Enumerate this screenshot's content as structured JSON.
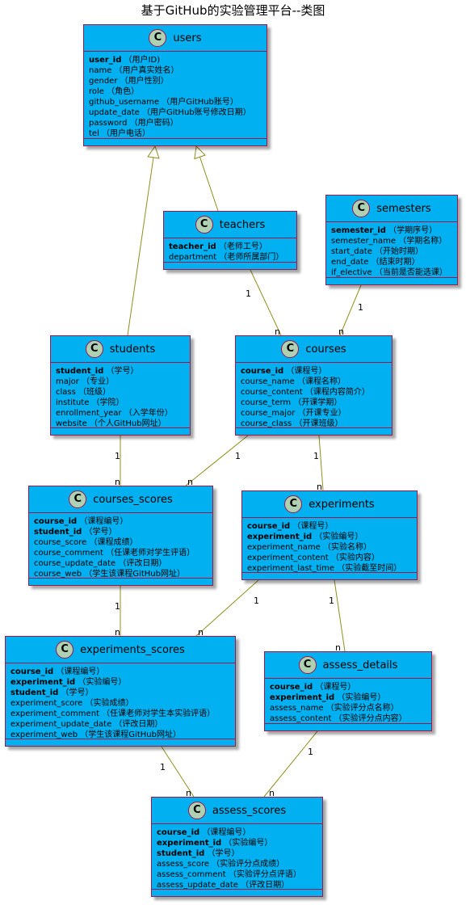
{
  "title": "基于GitHub的实验管理平台--类图",
  "classes": [
    {
      "id": "users",
      "icon": "C",
      "name": "users",
      "attrs": [
        {
          "name": "user_id",
          "desc": "（用户ID)",
          "key": true
        },
        {
          "name": "name",
          "desc": "（用户真实姓名）"
        },
        {
          "name": "gender",
          "desc": "（用户性别）"
        },
        {
          "name": "role",
          "desc": "（角色）"
        },
        {
          "name": "github_username",
          "desc": "（用户GitHub账号）"
        },
        {
          "name": "update_date",
          "desc": "（用户GitHub账号修改日期）"
        },
        {
          "name": "password",
          "desc": "（用户密码）"
        },
        {
          "name": "tel",
          "desc": "（用户电话）"
        }
      ]
    },
    {
      "id": "teachers",
      "icon": "C",
      "name": "teachers",
      "attrs": [
        {
          "name": "teacher_id",
          "desc": "（老师工号）",
          "key": true
        },
        {
          "name": "department",
          "desc": "（老师所属部门）"
        }
      ]
    },
    {
      "id": "semesters",
      "icon": "C",
      "name": "semesters",
      "attrs": [
        {
          "name": "semester_id",
          "desc": "（学期序号）",
          "key": true
        },
        {
          "name": "semester_name",
          "desc": "（学期名称）"
        },
        {
          "name": "start_date",
          "desc": "（开始时期）"
        },
        {
          "name": "end_date",
          "desc": "（结束时期）"
        },
        {
          "name": "if_elective",
          "desc": "（当前是否能选课）"
        }
      ]
    },
    {
      "id": "students",
      "icon": "C",
      "name": "students",
      "attrs": [
        {
          "name": "student_id",
          "desc": "（学号）",
          "key": true
        },
        {
          "name": "major",
          "desc": "（专业）"
        },
        {
          "name": "class",
          "desc": "（班级）"
        },
        {
          "name": "institute",
          "desc": "（学院）"
        },
        {
          "name": "enrollment_year",
          "desc": "（入学年份）"
        },
        {
          "name": "website",
          "desc": "（个人GitHub网址）"
        }
      ]
    },
    {
      "id": "courses",
      "icon": "C",
      "name": "courses",
      "attrs": [
        {
          "name": "course_id",
          "desc": "（课程号）",
          "key": true
        },
        {
          "name": "course_name",
          "desc": "（课程名称）"
        },
        {
          "name": "course_content",
          "desc": "（课程内容简介）"
        },
        {
          "name": "course_term",
          "desc": "（开课学期）"
        },
        {
          "name": "course_major",
          "desc": "（开课专业）"
        },
        {
          "name": "course_class",
          "desc": "（开课班级）"
        }
      ]
    },
    {
      "id": "courses_scores",
      "icon": "C",
      "name": "courses_scores",
      "attrs": [
        {
          "name": "course_id",
          "desc": "（课程编号）",
          "key": true
        },
        {
          "name": "student_id",
          "desc": "（学号）",
          "key": true
        },
        {
          "name": "course_score",
          "desc": "（课程成绩）"
        },
        {
          "name": "course_comment",
          "desc": "（任课老师对学生评语）"
        },
        {
          "name": "course_update_date",
          "desc": "（评改日期）"
        },
        {
          "name": "course_web",
          "desc": "（学生该课程GitHub网址）"
        }
      ]
    },
    {
      "id": "experiments",
      "icon": "C",
      "name": "experiments",
      "attrs": [
        {
          "name": "course_id",
          "desc": "（课程号）",
          "key": true
        },
        {
          "name": "experiment_id",
          "desc": "（实验编号）",
          "key": true
        },
        {
          "name": "experiment_name",
          "desc": "（实验名称）"
        },
        {
          "name": "experiment_content",
          "desc": "（实验内容）"
        },
        {
          "name": "experiment_last_time",
          "desc": "（实验截至时间）"
        }
      ]
    },
    {
      "id": "experiments_scores",
      "icon": "C",
      "name": "experiments_scores",
      "attrs": [
        {
          "name": "course_id",
          "desc": "（课程编号）",
          "key": true
        },
        {
          "name": "experiment_id",
          "desc": "（实验编号）",
          "key": true
        },
        {
          "name": "student_id",
          "desc": "（学号）",
          "key": true
        },
        {
          "name": "experiment_score",
          "desc": "（实验成绩）"
        },
        {
          "name": "experiment_comment",
          "desc": "（任课老师对学生本实验评语）"
        },
        {
          "name": "experiment_update_date",
          "desc": "（评改日期）"
        },
        {
          "name": "experiment_web",
          "desc": "（学生该课程GitHub网址）"
        }
      ]
    },
    {
      "id": "assess_details",
      "icon": "C",
      "name": "assess_details",
      "attrs": [
        {
          "name": "course_id",
          "desc": "（课程号）",
          "key": true
        },
        {
          "name": "experiment_id",
          "desc": "（实验编号）",
          "key": true
        },
        {
          "name": "assess_name",
          "desc": "（实验评分点名称）"
        },
        {
          "name": "assess_content",
          "desc": "（实验评分点内容）"
        }
      ]
    },
    {
      "id": "assess_scores",
      "icon": "C",
      "name": "assess_scores",
      "attrs": [
        {
          "name": "course_id",
          "desc": "（课程编号）",
          "key": true
        },
        {
          "name": "experiment_id",
          "desc": "（实验编号）",
          "key": true
        },
        {
          "name": "student_id",
          "desc": "（学号）",
          "key": true
        },
        {
          "name": "assess_score",
          "desc": "（实验评分点成绩）"
        },
        {
          "name": "assess_comment",
          "desc": "（实验评分点评语）"
        },
        {
          "name": "assess_update_date",
          "desc": "（评改日期）"
        }
      ]
    }
  ],
  "inheritance": [
    {
      "child": "students",
      "parent": "users"
    },
    {
      "child": "teachers",
      "parent": "users"
    }
  ],
  "associations": [
    {
      "from": "teachers",
      "to": "courses",
      "from_mult": "1",
      "to_mult": "n"
    },
    {
      "from": "semesters",
      "to": "courses",
      "from_mult": "1",
      "to_mult": "n"
    },
    {
      "from": "students",
      "to": "courses_scores",
      "from_mult": "1",
      "to_mult": "n"
    },
    {
      "from": "courses",
      "to": "courses_scores",
      "from_mult": "1",
      "to_mult": "n"
    },
    {
      "from": "courses",
      "to": "experiments",
      "from_mult": "1",
      "to_mult": "n"
    },
    {
      "from": "courses_scores",
      "to": "experiments_scores",
      "from_mult": "1",
      "to_mult": "n"
    },
    {
      "from": "experiments",
      "to": "experiments_scores",
      "from_mult": "1",
      "to_mult": "n"
    },
    {
      "from": "experiments",
      "to": "assess_details",
      "from_mult": "1",
      "to_mult": "n"
    },
    {
      "from": "experiments_scores",
      "to": "assess_scores",
      "from_mult": "1",
      "to_mult": "n"
    },
    {
      "from": "assess_details",
      "to": "assess_scores",
      "from_mult": "1",
      "to_mult": "n"
    }
  ]
}
